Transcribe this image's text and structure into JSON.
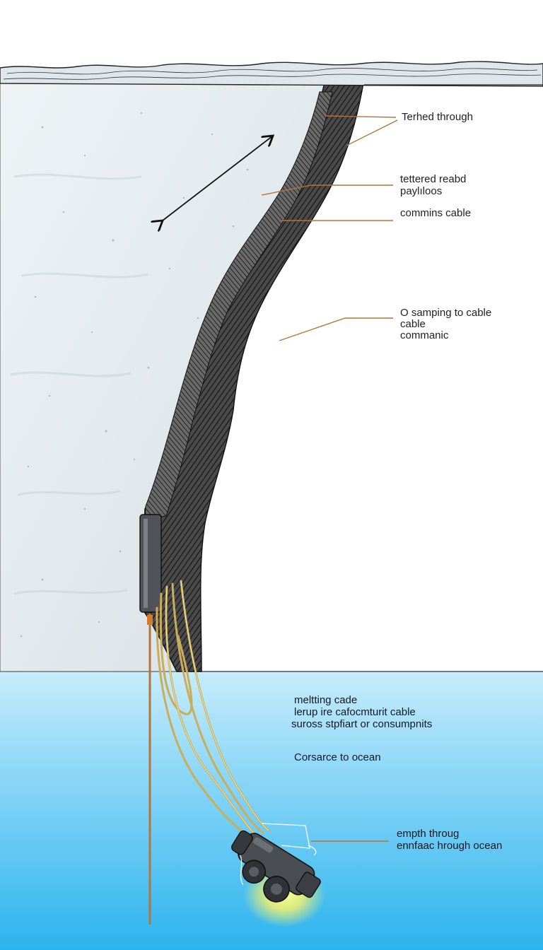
{
  "colors": {
    "ice_light": "#eef3f6",
    "ice_shadow": "#c9d6df",
    "crevasse_dark": "#2e2e2e",
    "ocean_top": "#c6ecfb",
    "ocean_bottom": "#2bb3ee",
    "leader_line": "#b5743a",
    "cable_gold": "#d9c27a",
    "probe_body": "#4a4d52",
    "light_glow": "#f4f26a"
  },
  "labels": {
    "tethered_through": "Terhed  through",
    "tethered_readb_1": "tettered  reabd",
    "tethered_readb_2": "paylıloos",
    "comms_cable": "commins cable",
    "sampling_1": "O  samping to cable",
    "sampling_2": "cable",
    "sampling_3": "commanic",
    "melting_1": "meltting  cade",
    "melting_2": "lerup  ire  cafocmturit cable",
    "melting_3": " suross  stpfiart or consumpnits",
    "ocean": "Corsarce to ocean",
    "empth_1": "empth throug",
    "empth_2": "ennfaac hrough ocean"
  },
  "icons": {
    "depth_arrow": "double-headed-arrow-icon",
    "probe": "cryobot-probe-icon",
    "light": "probe-light-icon"
  }
}
